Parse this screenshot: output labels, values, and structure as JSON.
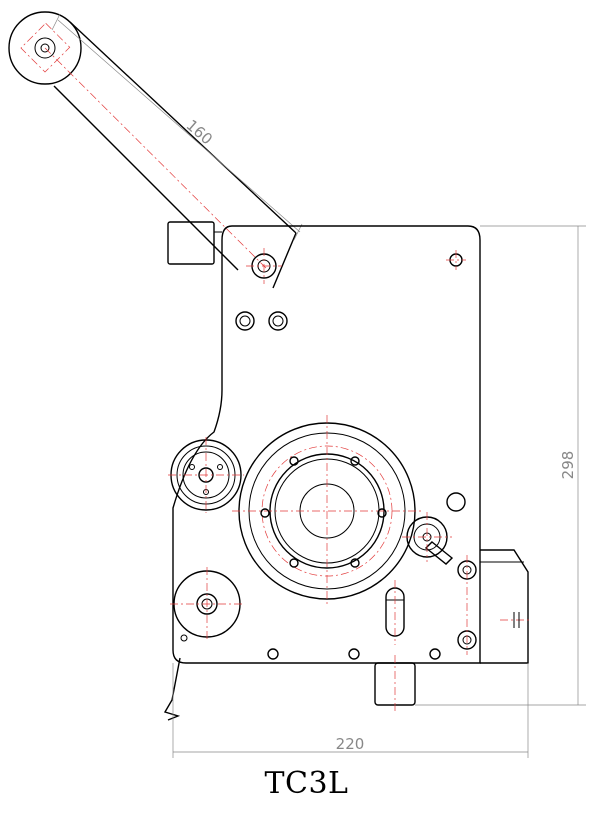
{
  "model": "TC3L",
  "dimensions": {
    "arm_length": "160",
    "height": "298",
    "width": "220"
  },
  "colors": {
    "outline": "#000000",
    "centerline": "#e23a3a",
    "dimension": "#888888"
  }
}
